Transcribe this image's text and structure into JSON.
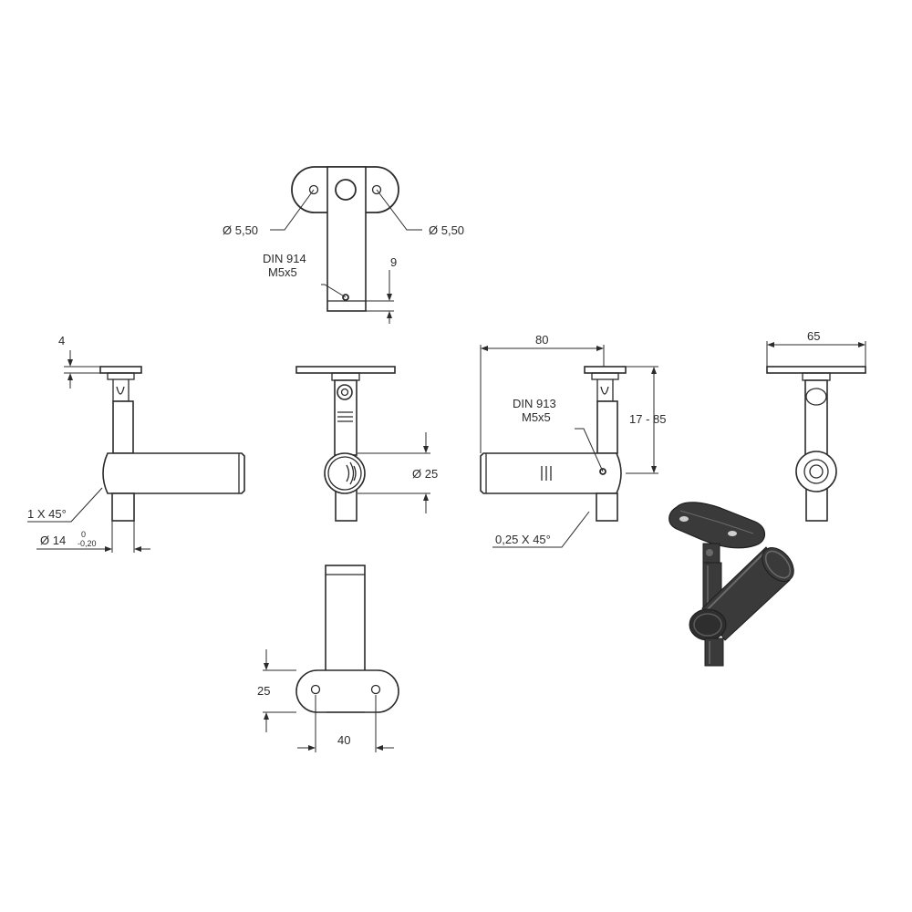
{
  "dimensions": {
    "hole_left": "Ø 5,50",
    "hole_right": "Ø 5,50",
    "din914_title": "DIN 914",
    "din914_size": "M5x5",
    "nine": "9",
    "four": "4",
    "chamfer_1x45": "1 X 45°",
    "dia14": "Ø 14",
    "dia14_tol_upper": "0",
    "dia14_tol_lower": "-0,20",
    "dia25": "Ø 25",
    "eighty": "80",
    "din913_title": "DIN 913",
    "din913_size": "M5x5",
    "range": "17 - 85",
    "chamfer_025x45": "0,25 X 45°",
    "sixtyfive": "65",
    "twentyfive": "25",
    "forty": "40"
  },
  "colors": {
    "line": "#2b2b2b",
    "render_body": "#3a3a3a",
    "render_highlight": "#6a6a6a",
    "background": "#ffffff"
  }
}
